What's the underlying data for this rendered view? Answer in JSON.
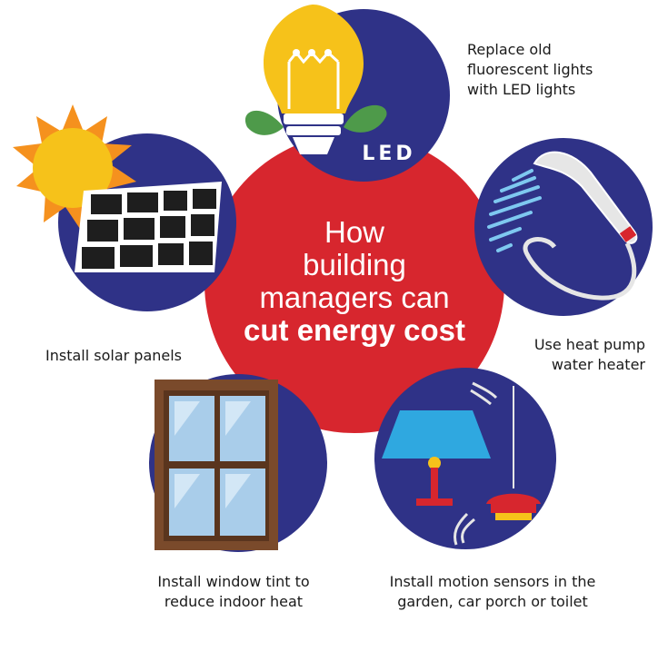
{
  "title": {
    "line1": "How",
    "line2": "building",
    "line3": "managers can",
    "line4": "cut energy cost"
  },
  "led_badge": "LED",
  "items": [
    {
      "id": "led",
      "lines": [
        "Replace old",
        "fluorescent lights",
        "with LED lights"
      ]
    },
    {
      "id": "heat-pump",
      "lines": [
        "Use heat pump",
        "water heater"
      ]
    },
    {
      "id": "motion",
      "lines": [
        "Install motion sensors in the",
        "garden, car porch or toilet"
      ]
    },
    {
      "id": "window",
      "lines": [
        "Install window tint to",
        "reduce indoor heat"
      ]
    },
    {
      "id": "solar",
      "lines": [
        "Install solar panels"
      ]
    }
  ],
  "colors": {
    "center": "#d7262e",
    "satellite": "#2f3287",
    "accent_yellow": "#f6c21a",
    "sun_orange": "#f5911e",
    "leaf_green": "#4e9a4a",
    "window_brown": "#7a4a2b",
    "glass_blue": "#a9cdea"
  }
}
